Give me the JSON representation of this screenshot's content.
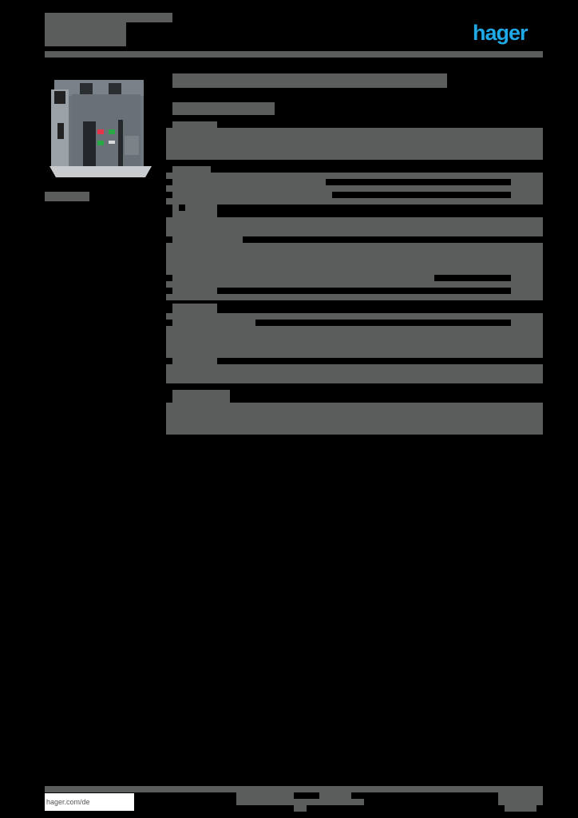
{
  "header": {
    "doc_title_redacted": true,
    "brand_logo": "hager",
    "brand_color": "#1fa9e6"
  },
  "product": {
    "image": "air-circuit-breaker",
    "caption_redacted": true
  },
  "main": {
    "title_redacted": true,
    "subtitle_redacted": true,
    "sections": [
      {
        "id": "section-1",
        "redacted": true
      },
      {
        "id": "section-2",
        "redacted": true
      },
      {
        "id": "section-3",
        "redacted": true
      },
      {
        "id": "section-4",
        "redacted": true
      },
      {
        "id": "section-5",
        "redacted": true
      },
      {
        "id": "section-6",
        "redacted": true
      },
      {
        "id": "section-7",
        "redacted": true
      }
    ]
  },
  "footer": {
    "website": "hager.com/de"
  },
  "colors": {
    "redaction_gray": "#5b5c5c",
    "background": "#000000"
  }
}
